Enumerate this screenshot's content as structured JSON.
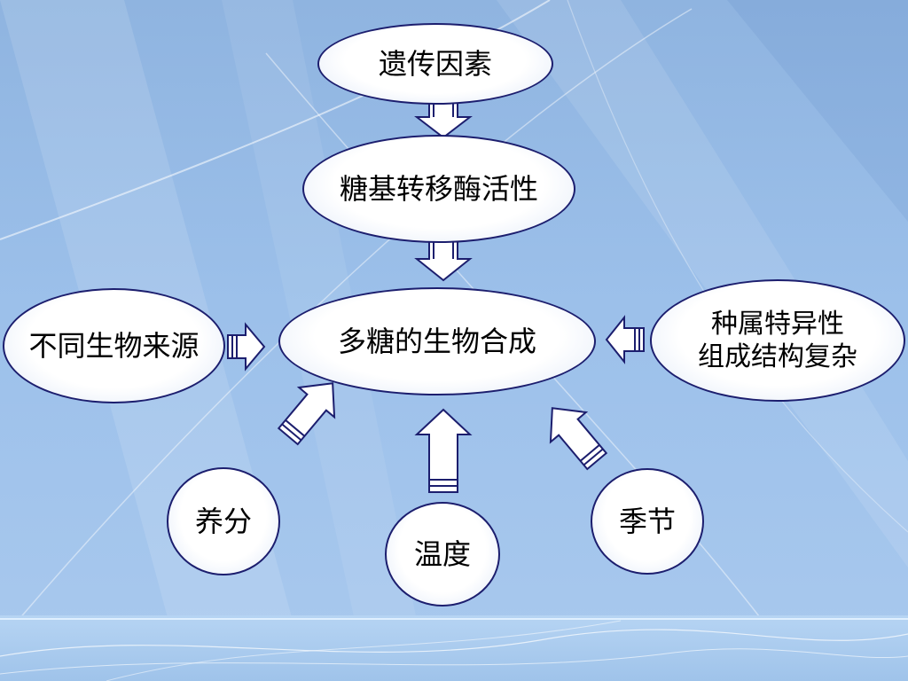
{
  "nodes": {
    "genetic": "遗传因素",
    "enzyme": "糖基转移酶活性",
    "center": "多糖的生物合成",
    "source": "不同生物来源",
    "species_line1": "种属特异性",
    "species_line2": "组成结构复杂",
    "nutrition": "养分",
    "temperature": "温度",
    "season": "季节"
  },
  "colors": {
    "outline": "#1c1e6e",
    "background": "#9cc0ea"
  }
}
